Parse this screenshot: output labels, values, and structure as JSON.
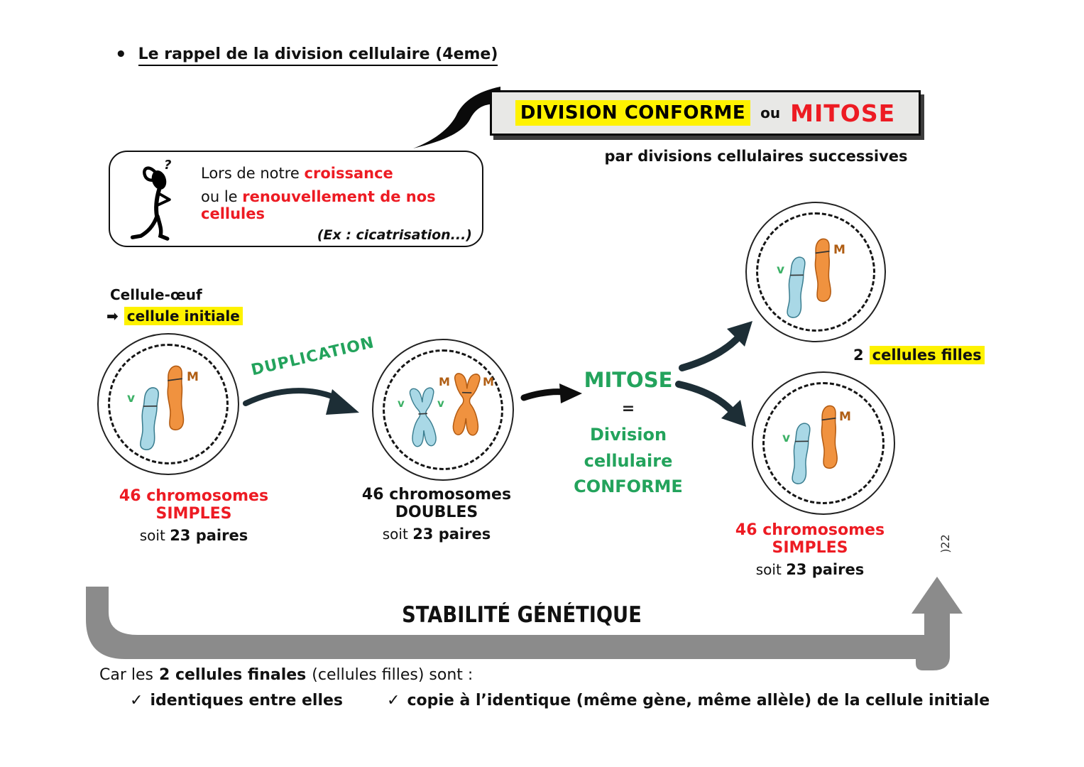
{
  "title": {
    "bullet": "•",
    "text": "Le rappel de la division cellulaire (4eme)"
  },
  "banner": {
    "highlighted": "DIVISION CONFORME",
    "connector": "ou",
    "emphasis": "MITOSE",
    "subtitle": "par divisions cellulaires successives"
  },
  "thought_box": {
    "line1_plain": "Lors de notre",
    "line1_red": "croissance",
    "line2_plain": "ou le",
    "line2_red": "renouvellement de nos cellules",
    "example": "(Ex : cicatrisation...)",
    "question_mark": "?"
  },
  "initial_cell": {
    "name": "Cellule-œuf",
    "arrow_glyph": "➡",
    "alias": "cellule initiale"
  },
  "process": {
    "duplication": "DUPLICATION",
    "mitose": "MITOSE",
    "equals": "=",
    "definition": [
      "Division",
      "cellulaire",
      "CONFORME"
    ]
  },
  "chromosomes": {
    "maternal": "M",
    "paternal": "v"
  },
  "captions": {
    "initial_main": "46 chromosomes SIMPLES",
    "initial_soit": "soit",
    "initial_pairs": "23 paires",
    "doubled_main": "46 chromosomes DOUBLES",
    "doubled_soit": "soit",
    "doubled_pairs": "23 paires",
    "daughters_count": "2",
    "daughters_label": "cellules filles",
    "daughters_main": "46 chromosomes SIMPLES",
    "daughters_soit": "soit",
    "daughters_pairs": "23 paires",
    "margin_note": ")22"
  },
  "stability": {
    "banner": "STABILITÉ GÉNÉTIQUE"
  },
  "footer": {
    "intro_plain": "Car les",
    "intro_bold": "2 cellules finales",
    "intro_tail": "(cellules filles) sont :",
    "check_glyph": "✓",
    "check1": "identiques entre elles",
    "check2": "copie à l’identique (même gène, même allèle) de la cellule initiale"
  },
  "colors": {
    "red": "#ed1b23",
    "green": "#23a35c",
    "label_green": "#3db167",
    "label_brown": "#b05e14",
    "highlight_yellow": "#fef200",
    "arrow_dark": "#1d2e36",
    "stability_gray": "#8b8b8b",
    "chromosome_blue": "#a9d8e6",
    "chromosome_orange": "#f0923f"
  }
}
